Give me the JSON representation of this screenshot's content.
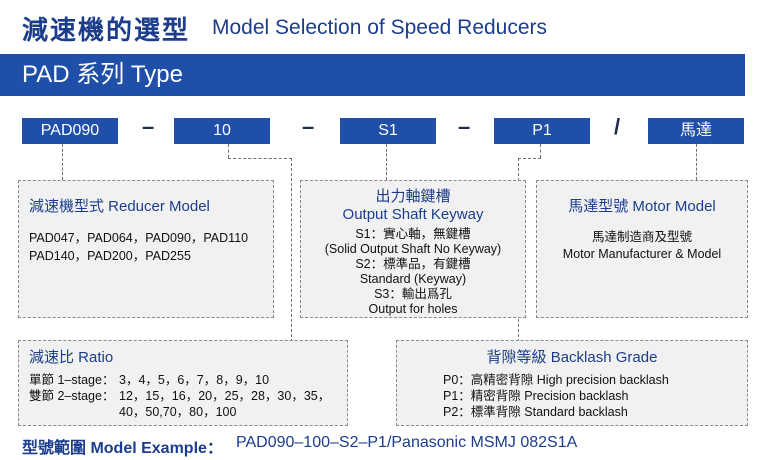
{
  "header": {
    "title_zh": "減速機的選型",
    "title_en": "Model Selection of Speed Reducers"
  },
  "banner": {
    "text": "PAD  系列 Type"
  },
  "code_row": {
    "model": "PAD090",
    "ratio": "10",
    "keyway": "S1",
    "backlash": "P1",
    "motor": "馬達",
    "dash": "–",
    "slash": "/"
  },
  "reducer_model": {
    "title": "減速機型式 Reducer Model",
    "line1": "PAD047，PAD064，PAD090，PAD110",
    "line2": "PAD140，PAD200，PAD255"
  },
  "keyway": {
    "title_zh": "出力軸鍵槽",
    "title_en": "Output Shaft Keyway",
    "lines": [
      "S1：實心軸，無鍵槽",
      "(Solid Output Shaft No Keyway)",
      "S2：標準品，有鍵槽",
      "Standard (Keyway)",
      "S3：輸出爲孔",
      "Output for holes"
    ]
  },
  "motor_model": {
    "title": "馬達型號 Motor Model",
    "line1": "馬達制造商及型號",
    "line2": "Motor Manufacturer & Model"
  },
  "ratio": {
    "title": "減速比 Ratio",
    "row1_label": "單節 1–stage：",
    "row1_values": "3，4，5，6，7，8，9，10",
    "row2_label": "雙節 2–stage：",
    "row2_values": "12，15，16，20，25，28，30，35，",
    "row3_values": "40，50,70，80，100"
  },
  "backlash": {
    "title": "背隙等級 Backlash Grade",
    "lines": [
      "P0：高精密背隙   High precision backlash",
      "P1：精密背隙   Precision backlash",
      "P2：標準背隙   Standard backlash"
    ]
  },
  "example": {
    "label": "型號範圍 Model Example：",
    "value": "PAD090–100–S2–P1/Panasonic MSMJ 082S1A"
  }
}
